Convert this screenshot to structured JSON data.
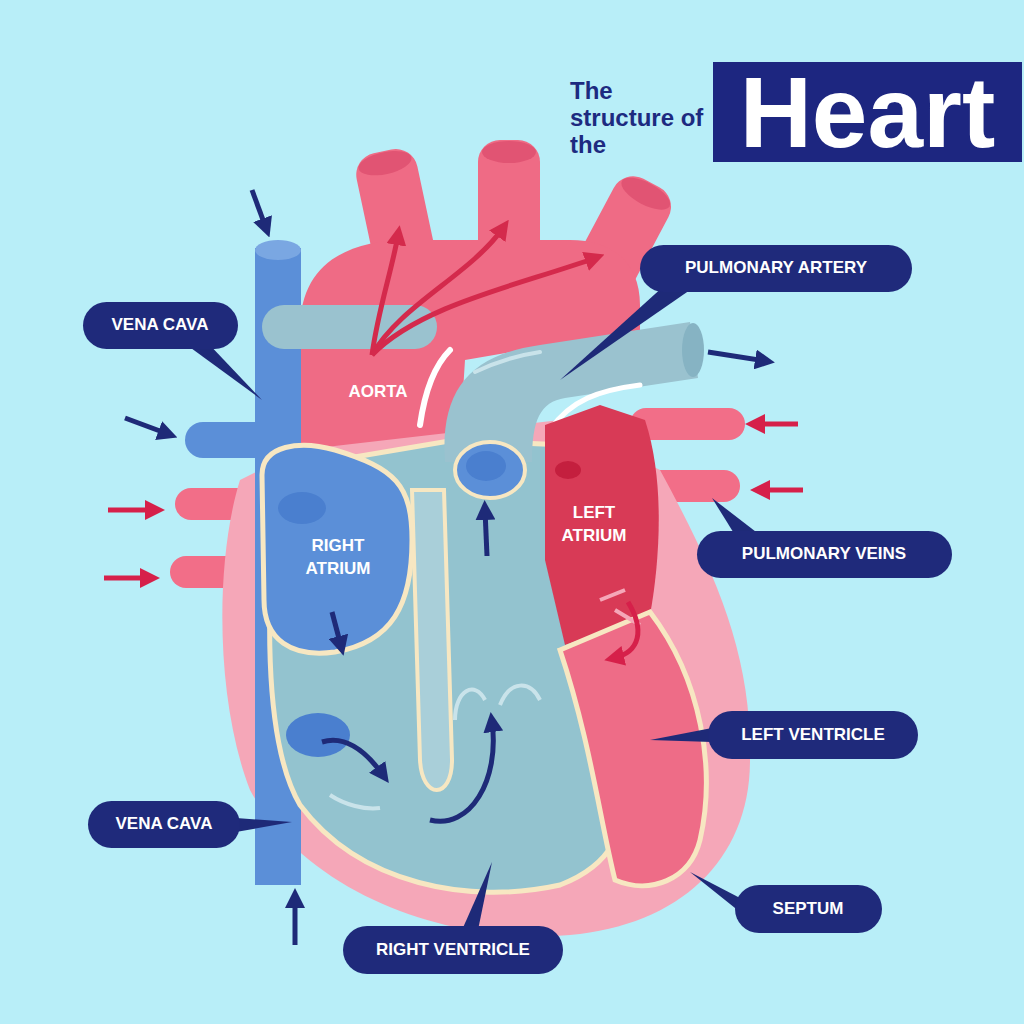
{
  "diagram": {
    "title": "The structure of the",
    "nodes": [
      {
        "text": [
          "Heart"
        ]
      },
      {
        "text": [
          "PULMONARY ARTERY"
        ]
      },
      {
        "text": [
          "VENA CAVA"
        ]
      },
      {
        "text": [
          "PULMONARY VEINS"
        ]
      },
      {
        "text": [
          "LEFT VENTRICLE"
        ]
      },
      {
        "text": [
          "VENA CAVA"
        ]
      },
      {
        "text": [
          "SEPTUM"
        ]
      },
      {
        "text": [
          "RIGHT VENTRICLE"
        ]
      }
    ],
    "labels": [
      "AORTA",
      "RIGHT ATRIUM",
      "LEFT ATRIUM"
    ]
  }
}
